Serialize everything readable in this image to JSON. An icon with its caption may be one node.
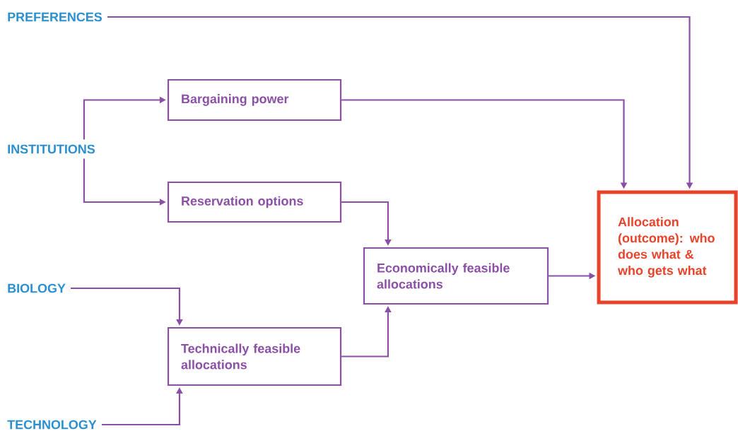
{
  "diagram": {
    "nodes": [
      {
        "text": [
          "PREFERENCES"
        ]
      },
      {
        "text": [
          "INSTITUTIONS"
        ]
      },
      {
        "text": [
          "BIOLOGY"
        ]
      },
      {
        "text": [
          "TECHNOLOGY"
        ]
      },
      {
        "text": [
          "Bargaining power"
        ]
      },
      {
        "text": [
          "Reservation options"
        ]
      },
      {
        "text": [
          "Economically feasible allocations"
        ]
      },
      {
        "text": [
          "Technically feasible allocations"
        ]
      },
      {
        "text": [
          "Allocation (outcome): who does what & who gets what"
        ]
      }
    ],
    "edges": [
      {
        "from": 0,
        "to": 8,
        "arrow": "to"
      },
      {
        "from": 1,
        "to": 4,
        "arrow": "to"
      },
      {
        "from": 1,
        "to": 5,
        "arrow": "to"
      },
      {
        "from": 4,
        "to": 8,
        "arrow": "to"
      },
      {
        "from": 5,
        "to": 6,
        "arrow": "to"
      },
      {
        "from": 2,
        "to": 7,
        "arrow": "to"
      },
      {
        "from": 3,
        "to": 7,
        "arrow": "to"
      },
      {
        "from": 7,
        "to": 6,
        "arrow": "to"
      },
      {
        "from": 6,
        "to": 8,
        "arrow": "to"
      }
    ]
  }
}
